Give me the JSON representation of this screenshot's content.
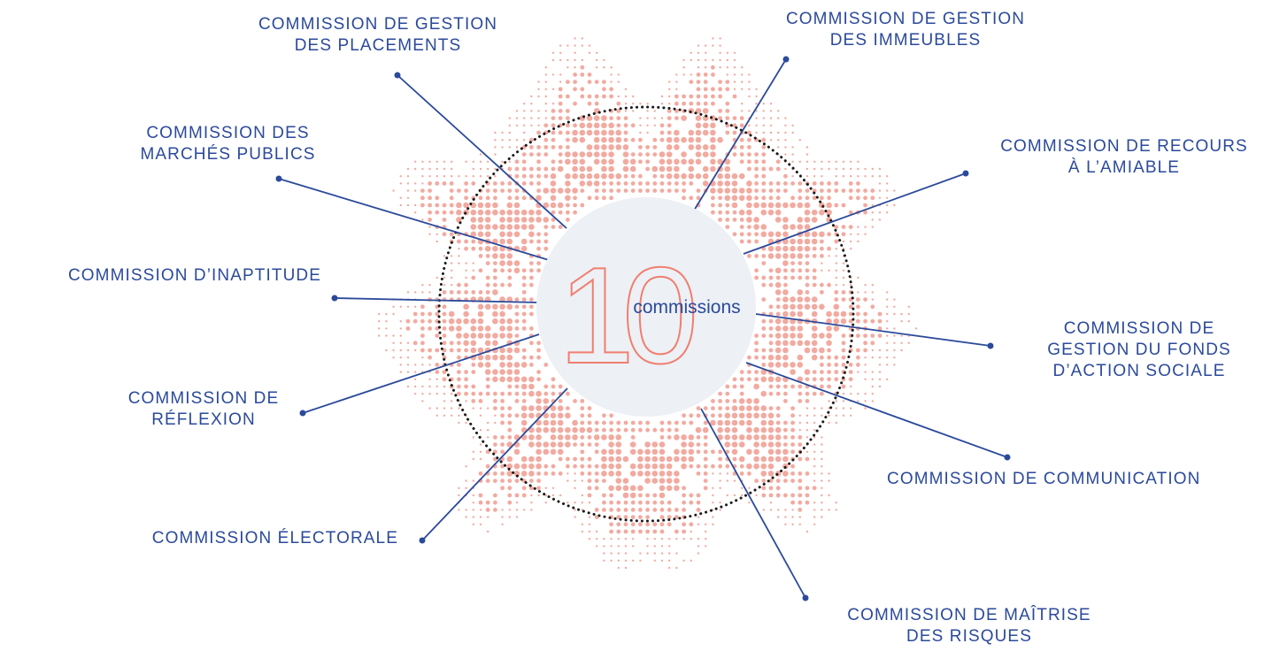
{
  "center": {
    "number": "10",
    "caption": "commissions"
  },
  "colors": {
    "label": "#2b4a9b",
    "line": "#2b4a9b",
    "dots": "#f2aaa0",
    "circle_fill": "#edf0f5",
    "number": "#f07e6e",
    "ring": "#1a1a1a"
  },
  "commissions": [
    {
      "label": "COMMISSION DE GESTION\nDES PLACEMENTS"
    },
    {
      "label": "COMMISSION DE GESTION\nDES IMMEUBLES"
    },
    {
      "label": "COMMISSION DES\nMARCHÉS PUBLICS"
    },
    {
      "label": "COMMISSION DE RECOURS\nÀ L’AMIABLE"
    },
    {
      "label": "COMMISSION D’INAPTITUDE"
    },
    {
      "label": "COMMISSION DE\nGESTION DU FONDS\nD’ACTION SOCIALE"
    },
    {
      "label": "COMMISSION DE\nRÉFLEXION"
    },
    {
      "label": "COMMISSION DE COMMUNICATION"
    },
    {
      "label": "COMMISSION ÉLECTORALE"
    },
    {
      "label": "COMMISSION DE MAÎTRISE\nDES RISQUES"
    }
  ]
}
